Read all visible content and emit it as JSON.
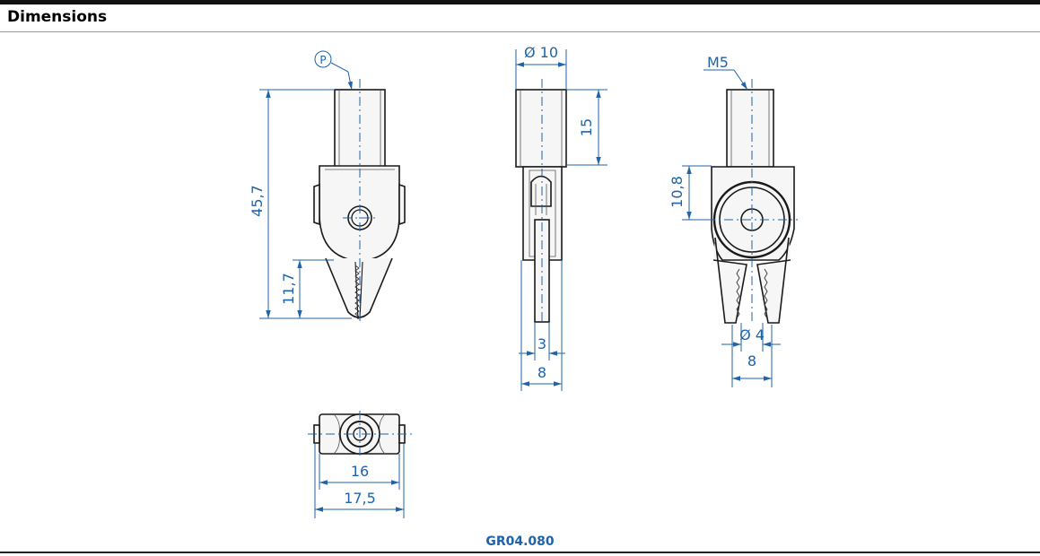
{
  "header": {
    "title": "Dimensions"
  },
  "footer": {
    "part_number": "GR04.080"
  },
  "dimensions": {
    "overall_length": "45,7",
    "jaw_length": "11,7",
    "shank_diameter": "Ø 10",
    "shank_length": "15",
    "jaw_opening": "3",
    "side_width": "8",
    "thread": "M5",
    "pivot_height": "10,8",
    "bore_diameter": "Ø 4",
    "front_width": "8",
    "top_width_inner": "16",
    "top_width_outer": "17,5",
    "reference_marker": "P"
  },
  "colors": {
    "dimension": "#1f63a8",
    "part_number": "#1f63a8",
    "outline": "#1a1a1a"
  }
}
